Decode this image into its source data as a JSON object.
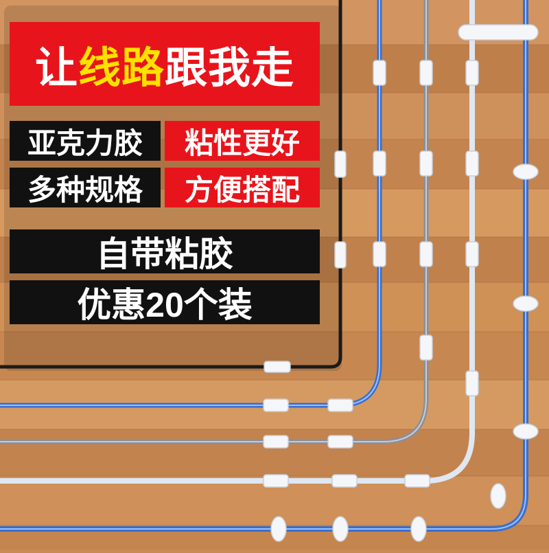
{
  "headline": {
    "part1": "让",
    "part2": "线路",
    "part3": "跟我走"
  },
  "features": [
    {
      "label": "亚克力胶"
    },
    {
      "label": "粘性更好"
    },
    {
      "label": "多种规格"
    },
    {
      "label": "方便搭配"
    }
  ],
  "bottom": {
    "line1": "自带粘胶",
    "line2": "优惠20个装"
  },
  "colors": {
    "brand_red": "#e8141b",
    "highlight_yellow": "#ffe100",
    "panel_black": "#111111",
    "wood": "#c98a55"
  }
}
